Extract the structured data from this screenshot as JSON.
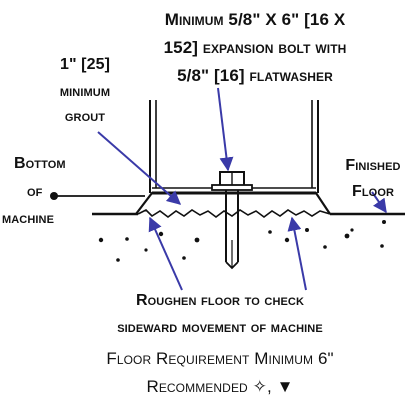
{
  "annotations": {
    "bolt_line1": "Minimum 5/8\" X 6\" [16 X",
    "bolt_line2": "152] expansion bolt with",
    "bolt_line3": "5/8\" [16] flatwasher",
    "grout_line1": "1\" [25]",
    "grout_line2": "minimum",
    "grout_line3": "grout",
    "bottom_line1": "Bottom",
    "bottom_line2": "of",
    "bottom_line3": "machine",
    "finished_line1": "Finished",
    "finished_line2": "Floor",
    "roughen_line1": "Roughen floor to check",
    "roughen_line2": "sideward movement of machine",
    "requirement_line1": "Floor Requirement Minimum 6\"",
    "requirement_line2": "Recommended ✧, ▼"
  },
  "colors": {
    "line": "#111111",
    "arrow": "#3a3aa8"
  }
}
